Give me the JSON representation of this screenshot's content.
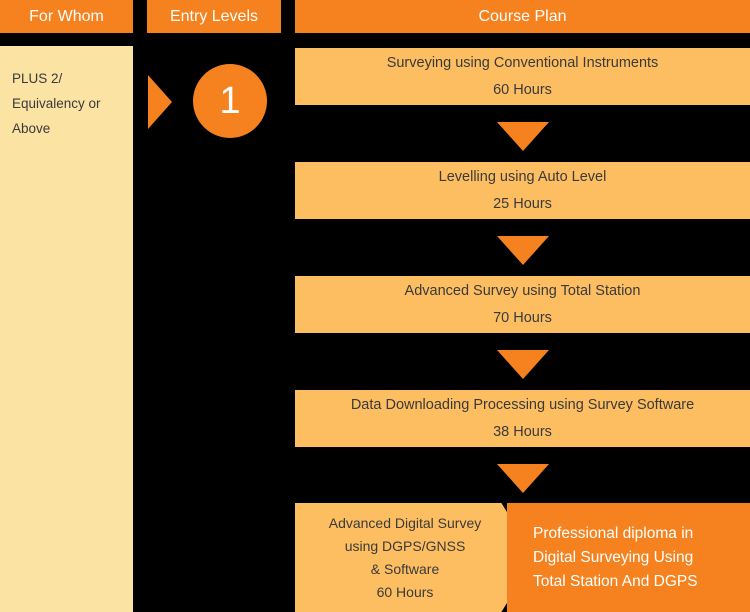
{
  "headers": {
    "for_whom": "For Whom",
    "entry_levels": "Entry Levels",
    "course_plan": "Course Plan"
  },
  "for_whom": {
    "text": "PLUS 2/ Equivalency or Above"
  },
  "entry_levels": {
    "level_number": "1",
    "pointer_icon": "right-triangle-icon"
  },
  "course_plan": {
    "steps": [
      {
        "title": "Surveying using Conventional Instruments",
        "hours": "60 Hours"
      },
      {
        "title": "Levelling using Auto Level",
        "hours": "25 Hours"
      },
      {
        "title": "Advanced Survey using Total Station",
        "hours": "70 Hours"
      },
      {
        "title": "Data Downloading Processing using Survey Software",
        "hours": "38  Hours"
      }
    ],
    "final_step": {
      "line1": "Advanced Digital Survey",
      "line2": "using DGPS/GNSS",
      "line3": "& Software",
      "line4": "60  Hours"
    },
    "outcome": {
      "line1": "Professional diploma in",
      "line2": "Digital Surveying Using",
      "line3": "Total Station And DGPS"
    },
    "arrow_icon": "down-triangle-icon"
  },
  "colors": {
    "accent_orange": "#F5821F",
    "light_orange": "#FDBE62",
    "cream": "#FBE3A4",
    "background": "#000000",
    "text_dark": "#3A3A3A",
    "text_light": "#FFFFFF"
  }
}
